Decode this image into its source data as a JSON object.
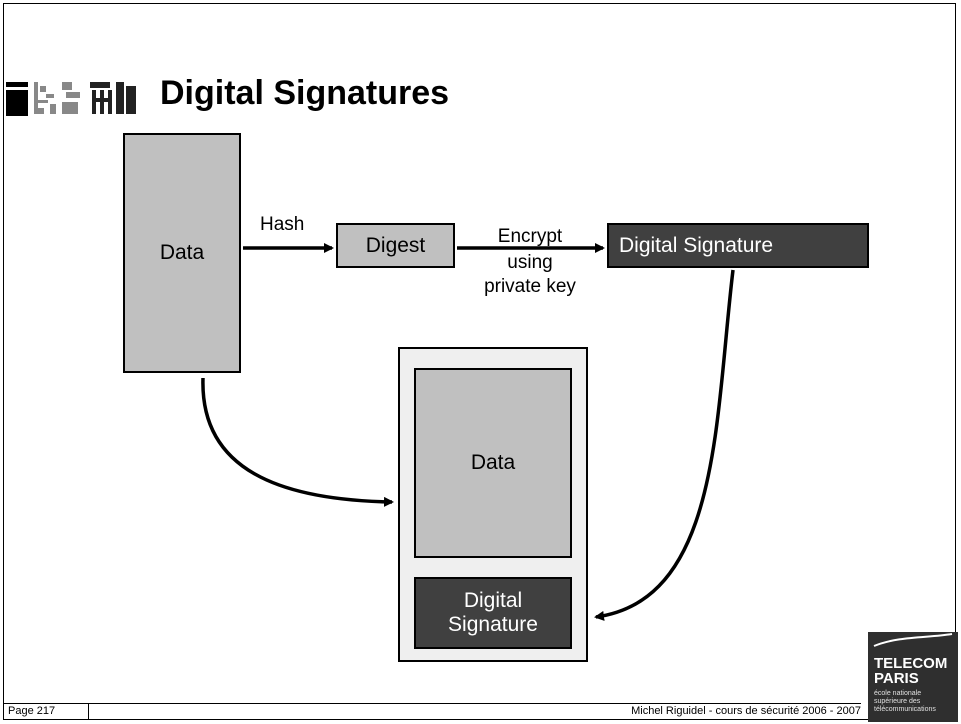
{
  "slide": {
    "title": "Digital Signatures"
  },
  "diagram": {
    "data_label": "Data",
    "hash_label": "Hash",
    "digest_label": "Digest",
    "encrypt_label_1": "Encrypt",
    "encrypt_label_2": "using",
    "encrypt_label_3": "private key",
    "digital_signature_label": "Digital Signature",
    "combined_data_label": "Data",
    "combined_sig_line1": "Digital",
    "combined_sig_line2": "Signature"
  },
  "footer": {
    "page": "Page 217",
    "credit": "Michel Riguidel - cours de sécurité 2006 - 2007"
  },
  "logo": {
    "line1": "TELECOM",
    "line2": "PARIS",
    "sub1": "école nationale",
    "sub2": "supérieure des",
    "sub3": "télécommunications"
  },
  "colors": {
    "light_box": "#c0c0c0",
    "dark_box": "#404040",
    "panel": "#efefef"
  }
}
